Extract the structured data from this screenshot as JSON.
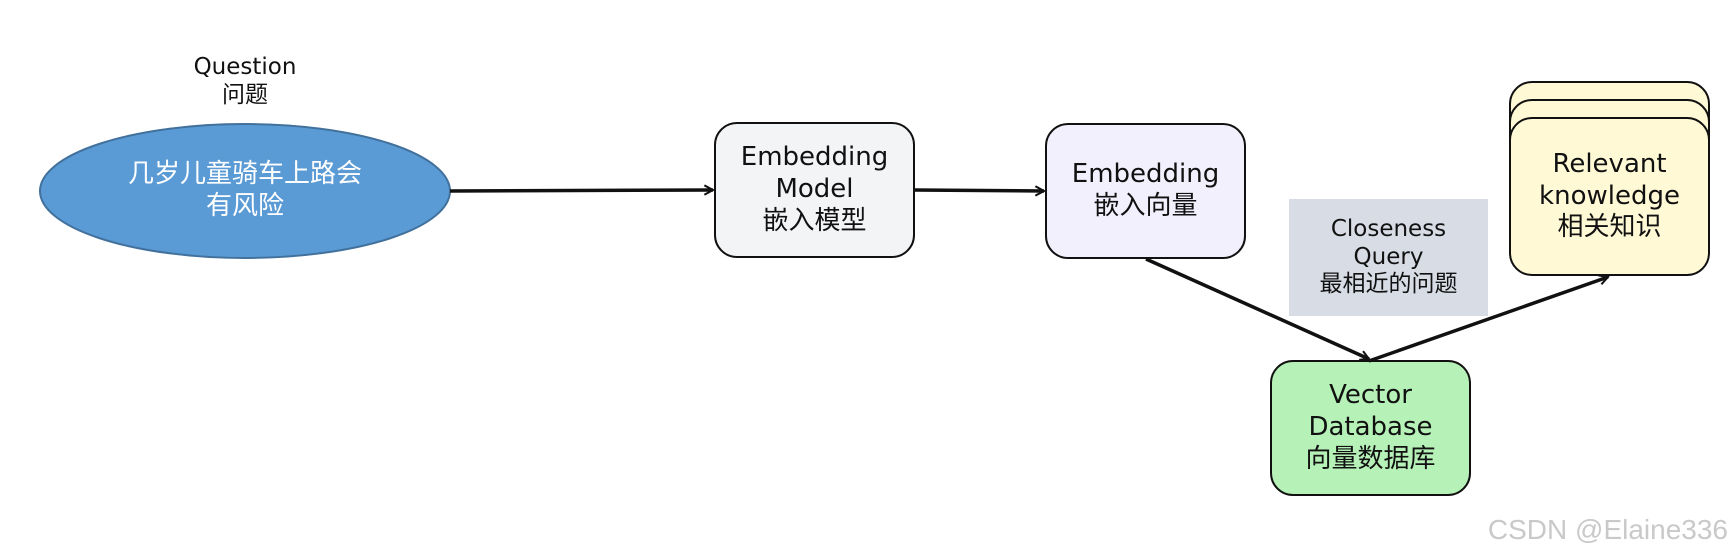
{
  "question_label": {
    "en": "Question",
    "zh": "问题"
  },
  "question_node": {
    "line1": "几岁儿童骑车上路会",
    "line2": "有风险"
  },
  "embedding_model_node": {
    "line1": "Embedding",
    "line2": "Model",
    "line3": "嵌入模型"
  },
  "embedding_vector_node": {
    "line1": "Embedding",
    "line2": "嵌入向量"
  },
  "closeness_query_label": {
    "line1": "Closeness",
    "line2": "Query",
    "line3": "最相近的问题"
  },
  "vector_database_node": {
    "line1": "Vector",
    "line2": "Database",
    "line3": "向量数据库"
  },
  "relevant_knowledge_node": {
    "line1": "Relevant",
    "line2": "knowledge",
    "line3": "相关知识"
  },
  "watermark": "CSDN @Elaine336",
  "colors": {
    "question_fill": "#5b9bd5",
    "question_stroke": "#41719c",
    "embedding_model_fill": "#f3f4f6",
    "embedding_vector_fill": "#f2f0fc",
    "closeness_fill": "#d7dce5",
    "vector_db_fill": "#b6f2b8",
    "knowledge_fill": "#fff9d6",
    "stroke": "#111111"
  }
}
